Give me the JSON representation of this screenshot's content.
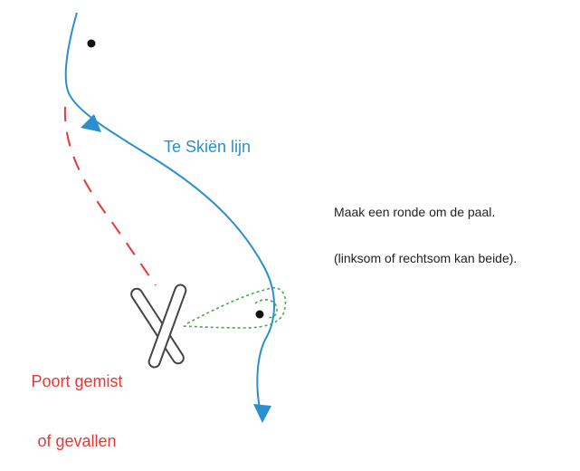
{
  "colors": {
    "background": "#ffffff",
    "skier_line": "#2a8fd0",
    "missed_path": "#e53935",
    "turn_loop": "#3cb043",
    "pole": "#111111",
    "skis_outline": "#444444",
    "text_dark": "#222222"
  },
  "labels": {
    "skier_line": "Te Skiën lijn",
    "instruction_line1": "Maak een ronde om de paal.",
    "instruction_line2": "(linksom of rechtsom kan beide).",
    "missed_gate_line1": "Poort gemist",
    "missed_gate_line2": "of gevallen"
  },
  "icons": {
    "pole": "dot",
    "fallen_skis": "crossed-skis-icon",
    "direction": "triangle-arrow"
  }
}
